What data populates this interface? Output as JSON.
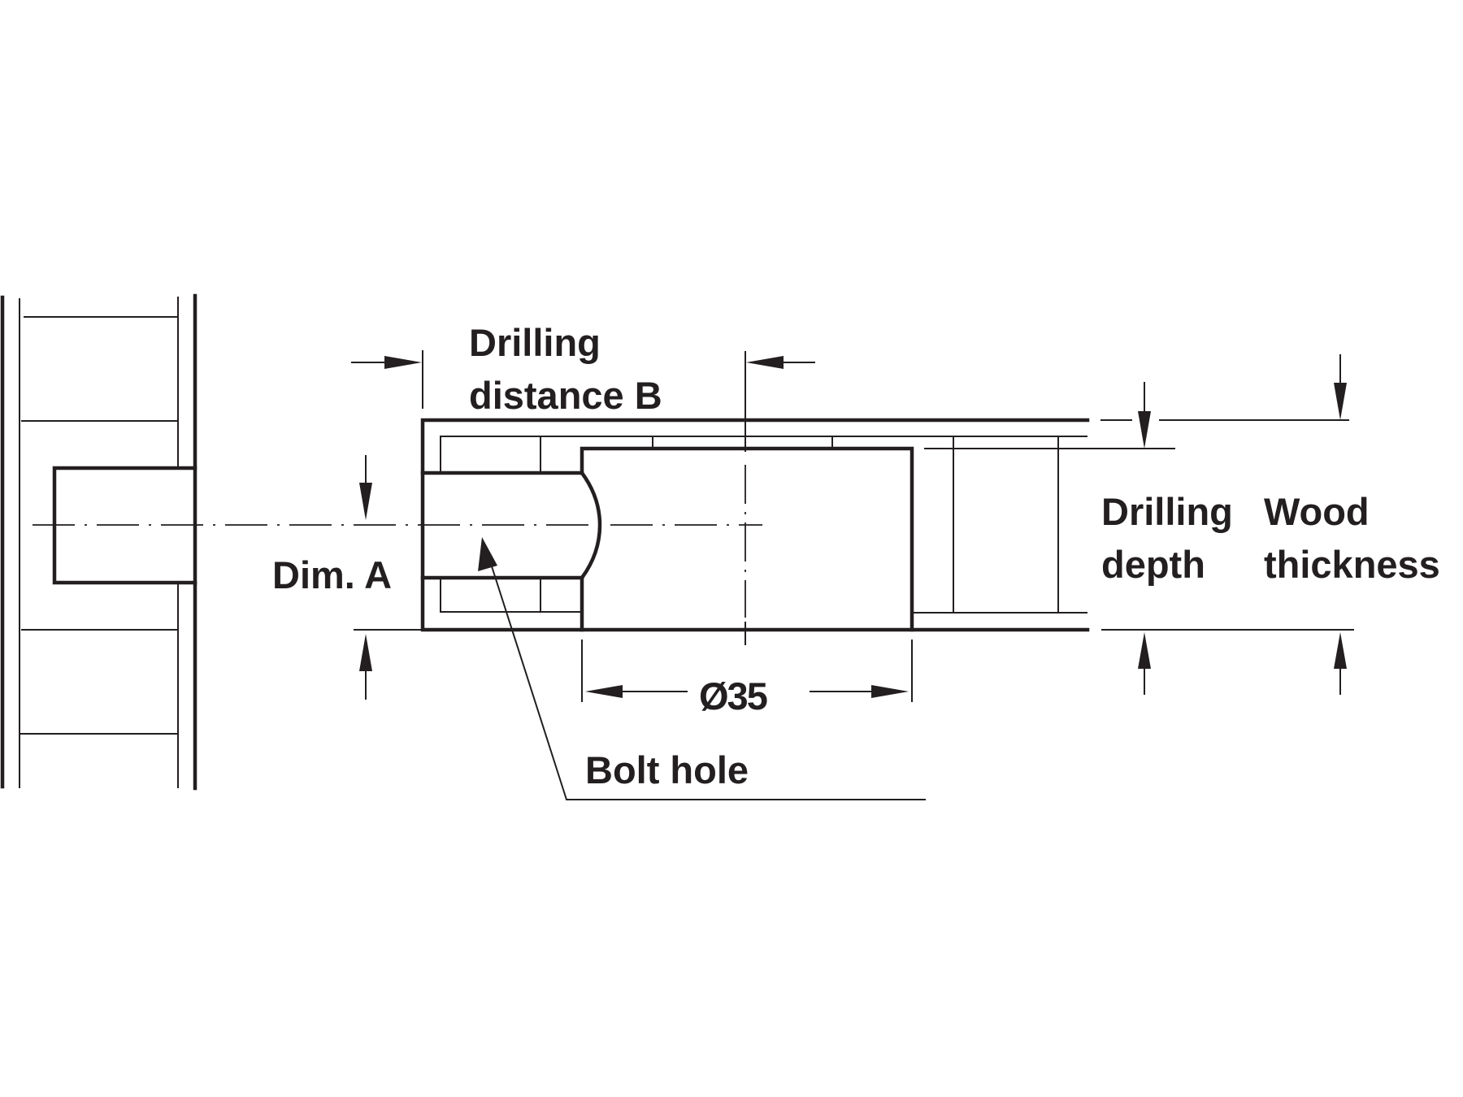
{
  "diagram": {
    "title": "Drilling dimensions for cabinet connector housing",
    "labels": {
      "drilling_distance_line1": "Drilling",
      "drilling_distance_line2": "distance B",
      "dim_a": "Dim. A",
      "drilling_depth_line1": "Drilling",
      "drilling_depth_line2": "depth",
      "wood_thickness_line1": "Wood",
      "wood_thickness_line2": "thickness",
      "diameter": "Ø35",
      "bolt_hole": "Bolt hole"
    },
    "dimensions": {
      "bore_diameter_mm": 35
    },
    "colors": {
      "line": "#231f20",
      "background": "#ffffff"
    }
  }
}
